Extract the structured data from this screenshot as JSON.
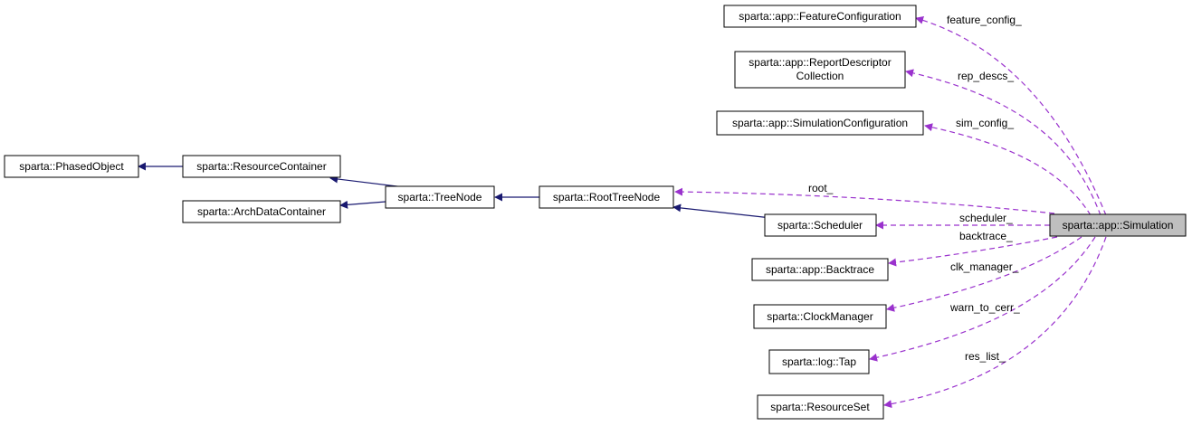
{
  "nodes": {
    "phased_object": "sparta::PhasedObject",
    "resource_container": "sparta::ResourceContainer",
    "arch_data_container": "sparta::ArchDataContainer",
    "tree_node": "sparta::TreeNode",
    "root_tree_node": "sparta::RootTreeNode",
    "scheduler": "sparta::Scheduler",
    "simulation": "sparta::app::Simulation",
    "feature_configuration": "sparta::app::FeatureConfiguration",
    "report_descriptor_line1": "sparta::app::ReportDescriptor",
    "report_descriptor_line2": "Collection",
    "simulation_configuration": "sparta::app::SimulationConfiguration",
    "backtrace": "sparta::app::Backtrace",
    "clock_manager": "sparta::ClockManager",
    "log_tap": "sparta::log::Tap",
    "resource_set": "sparta::ResourceSet"
  },
  "edge_labels": {
    "feature_config": "feature_config_",
    "rep_descs": "rep_descs_",
    "sim_config": "sim_config_",
    "root": "root_",
    "scheduler": "scheduler_",
    "backtrace": "backtrace_",
    "clk_manager": "clk_manager_",
    "warn_to_cerr": "warn_to_cerr_",
    "res_list": "res_list_"
  },
  "colors": {
    "inheritance_edge": "#191970",
    "member_edge": "#9a32cd",
    "highlight_node": "#bfbfbf"
  }
}
